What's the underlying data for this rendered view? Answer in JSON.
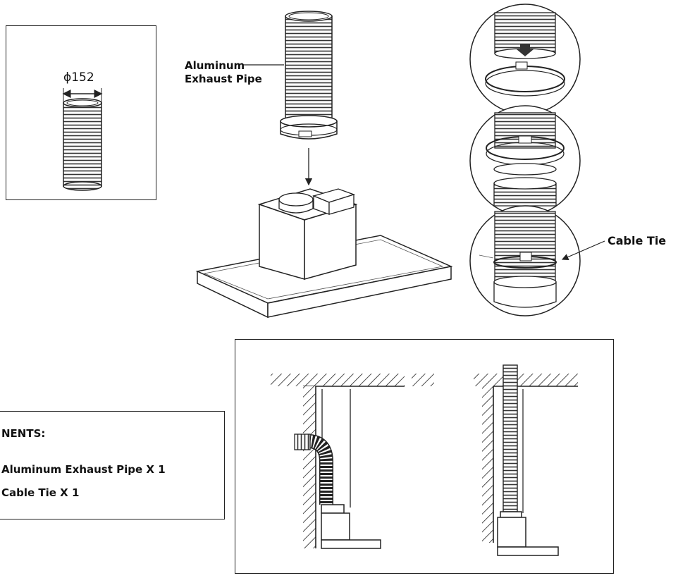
{
  "diameter_label": "ϕ152",
  "labels": {
    "pipe_line1": "Aluminum",
    "pipe_line2": "Exhaust Pipe",
    "cable_tie": "Cable Tie"
  },
  "components": {
    "heading": "NENTS:",
    "items": [
      "Aluminum Exhaust Pipe X 1",
      "Cable Tie X 1"
    ]
  }
}
